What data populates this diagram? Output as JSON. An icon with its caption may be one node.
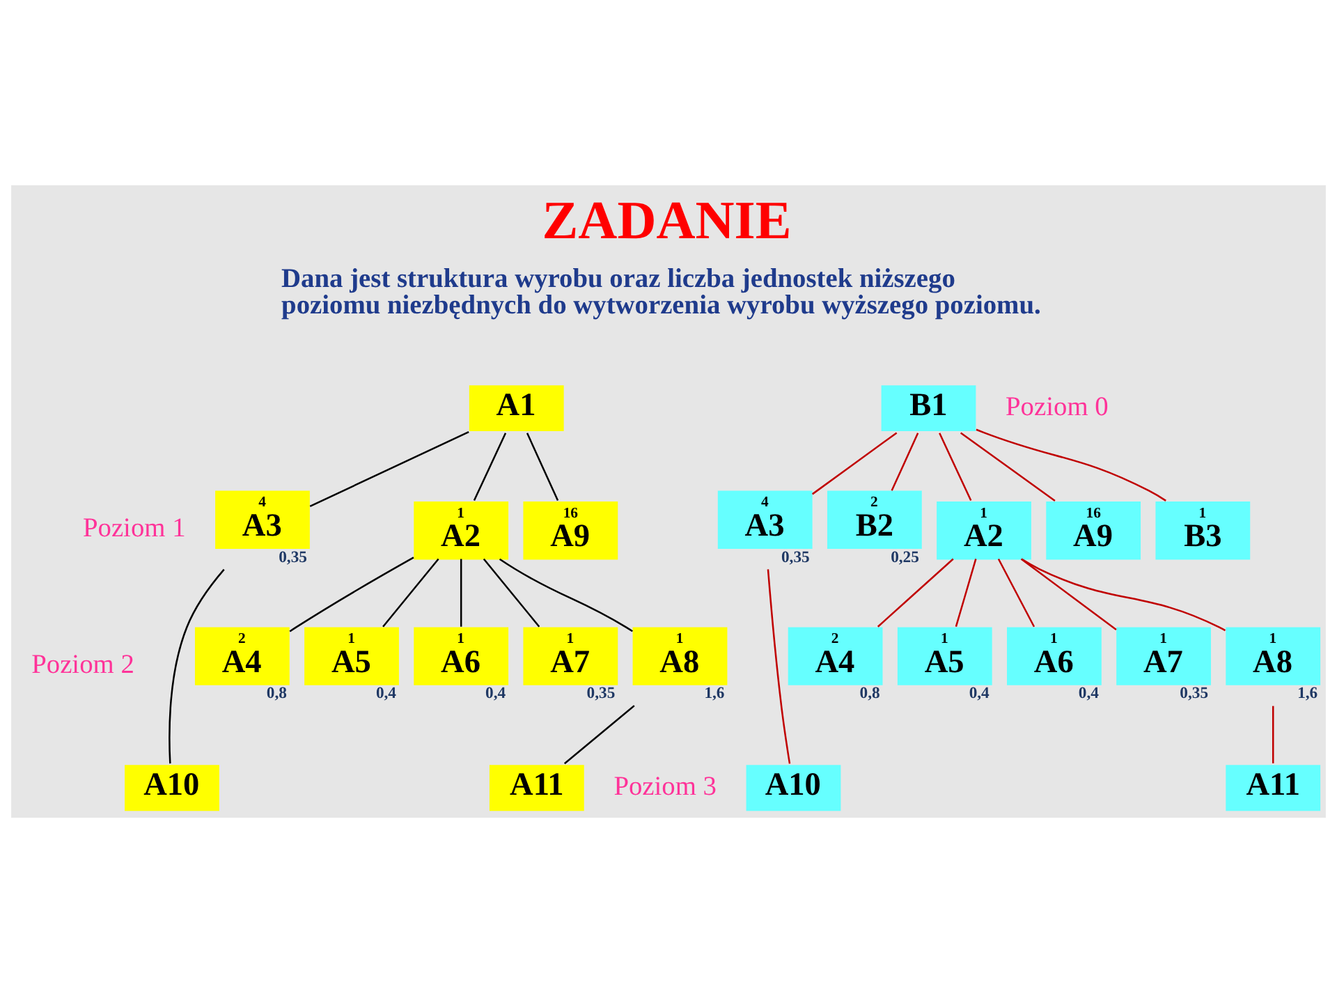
{
  "diagram": {
    "title": "ZADANIE",
    "nodes": [
      {
        "text": [
          "A1"
        ]
      },
      {
        "text": [
          "B1"
        ]
      },
      {
        "text": [
          "4",
          "A3"
        ],
        "beside": [
          "0,35"
        ]
      },
      {
        "text": [
          "1",
          "A2"
        ]
      },
      {
        "text": [
          "16",
          "A9"
        ]
      },
      {
        "text": [
          "4",
          "A3"
        ],
        "beside": [
          "0,35"
        ]
      },
      {
        "text": [
          "2",
          "B2"
        ],
        "beside": [
          "0,25"
        ]
      },
      {
        "text": [
          "1",
          "A2"
        ]
      },
      {
        "text": [
          "16",
          "A9"
        ]
      },
      {
        "text": [
          "1",
          "B3"
        ]
      },
      {
        "text": [
          "2",
          "A4"
        ],
        "beside": [
          "0,8"
        ]
      },
      {
        "text": [
          "1",
          "A5"
        ],
        "beside": [
          "0,4"
        ]
      },
      {
        "text": [
          "1",
          "A6"
        ],
        "beside": [
          "0,4"
        ]
      },
      {
        "text": [
          "1",
          "A7"
        ],
        "beside": [
          "0,35"
        ]
      },
      {
        "text": [
          "1",
          "A8"
        ],
        "beside": [
          "1,6"
        ]
      },
      {
        "text": [
          "2",
          "A4"
        ],
        "beside": [
          "0,8"
        ]
      },
      {
        "text": [
          "1",
          "A5"
        ],
        "beside": [
          "0,4"
        ]
      },
      {
        "text": [
          "1",
          "A6"
        ],
        "beside": [
          "0,4"
        ]
      },
      {
        "text": [
          "1",
          "A7"
        ],
        "beside": [
          "0,35"
        ]
      },
      {
        "text": [
          "1",
          "A8"
        ],
        "beside": [
          "1,6"
        ]
      },
      {
        "text": [
          "A10"
        ]
      },
      {
        "text": [
          "A11"
        ]
      },
      {
        "text": [
          "A10"
        ]
      },
      {
        "text": [
          "A11"
        ]
      }
    ],
    "edges": [
      {
        "from": 0,
        "to": 2,
        "arrow": "none",
        "color": "#000000"
      },
      {
        "from": 0,
        "to": 3,
        "arrow": "none",
        "color": "#000000"
      },
      {
        "from": 0,
        "to": 4,
        "arrow": "none",
        "color": "#000000"
      },
      {
        "from": 2,
        "to": 20,
        "arrow": "none",
        "color": "#000000"
      },
      {
        "from": 3,
        "to": 10,
        "arrow": "none",
        "color": "#000000"
      },
      {
        "from": 3,
        "to": 11,
        "arrow": "none",
        "color": "#000000"
      },
      {
        "from": 3,
        "to": 12,
        "arrow": "none",
        "color": "#000000"
      },
      {
        "from": 3,
        "to": 13,
        "arrow": "none",
        "color": "#000000"
      },
      {
        "from": 3,
        "to": 14,
        "arrow": "none",
        "color": "#000000"
      },
      {
        "from": 14,
        "to": 21,
        "arrow": "none",
        "color": "#000000"
      },
      {
        "from": 1,
        "to": 5,
        "arrow": "none",
        "color": "#c00000"
      },
      {
        "from": 1,
        "to": 6,
        "arrow": "none",
        "color": "#c00000"
      },
      {
        "from": 1,
        "to": 7,
        "arrow": "none",
        "color": "#c00000"
      },
      {
        "from": 1,
        "to": 8,
        "arrow": "none",
        "color": "#c00000"
      },
      {
        "from": 1,
        "to": 9,
        "arrow": "none",
        "color": "#c00000"
      },
      {
        "from": 5,
        "to": 22,
        "arrow": "none",
        "color": "#c00000"
      },
      {
        "from": 7,
        "to": 15,
        "arrow": "none",
        "color": "#c00000"
      },
      {
        "from": 7,
        "to": 16,
        "arrow": "none",
        "color": "#c00000"
      },
      {
        "from": 7,
        "to": 17,
        "arrow": "none",
        "color": "#c00000"
      },
      {
        "from": 7,
        "to": 18,
        "arrow": "none",
        "color": "#c00000"
      },
      {
        "from": 7,
        "to": 19,
        "arrow": "none",
        "color": "#c00000"
      },
      {
        "from": 19,
        "to": 23,
        "arrow": "none",
        "color": "#c00000"
      }
    ],
    "labels": [
      "Dana jest struktura wyrobu oraz liczba jednostek niższego poziomu niezbędnych do wytworzenia wyrobu wyższego poziomu.",
      "Poziom 0",
      "Poziom 1",
      "Poziom 2",
      "Poziom 3"
    ]
  }
}
